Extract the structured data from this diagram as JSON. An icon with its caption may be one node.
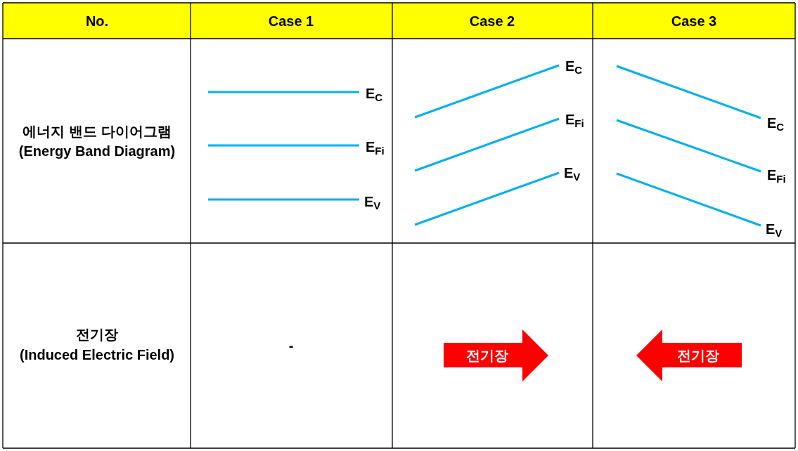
{
  "diagram": {
    "nodes": [
      {
        "text": [
          "전기장"
        ]
      },
      {
        "text": [
          "전기장"
        ]
      }
    ],
    "labels": [
      "No.",
      "Case 1",
      "Case 2",
      "Case 3",
      "에너지 밴드 다이어그램",
      "(Energy Band Diagram)",
      "E$_{C}$",
      "E$_{Fi}$",
      "E$_{V}$",
      "E$_{C}$",
      "E$_{Fi}$",
      "E$_{V}$",
      "E$_{C}$",
      "E$_{Fi}$",
      "E$_{V}$",
      "전기장",
      "(Induced Electric Field)",
      "-"
    ]
  }
}
